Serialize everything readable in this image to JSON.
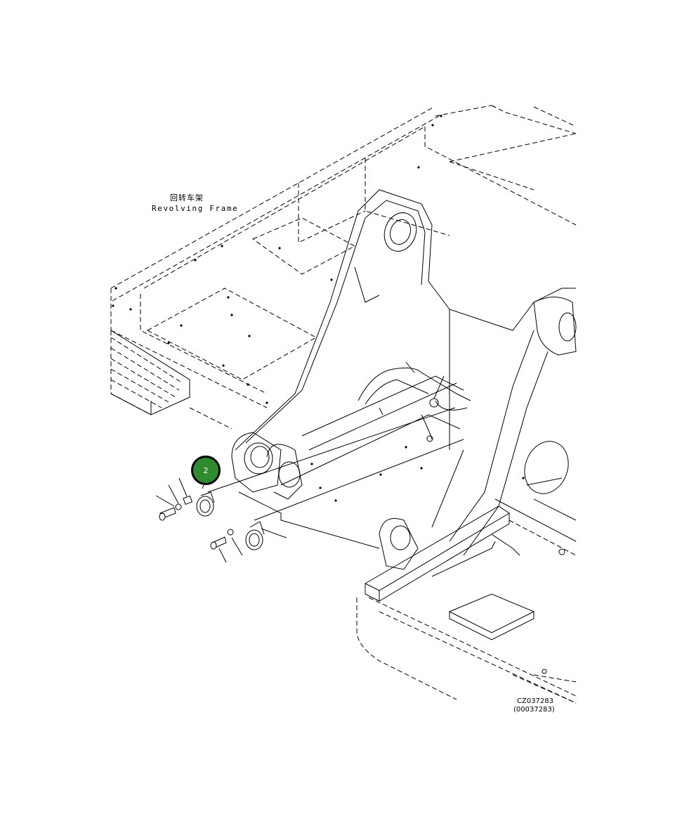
{
  "labels": {
    "frame_cn": "回转车架",
    "frame_en": "Revolving Frame"
  },
  "callout": {
    "number": "2",
    "color": "#2e8b2e"
  },
  "drawing_codes": {
    "code": "CZ037283",
    "alt_code": "(00037283)"
  }
}
